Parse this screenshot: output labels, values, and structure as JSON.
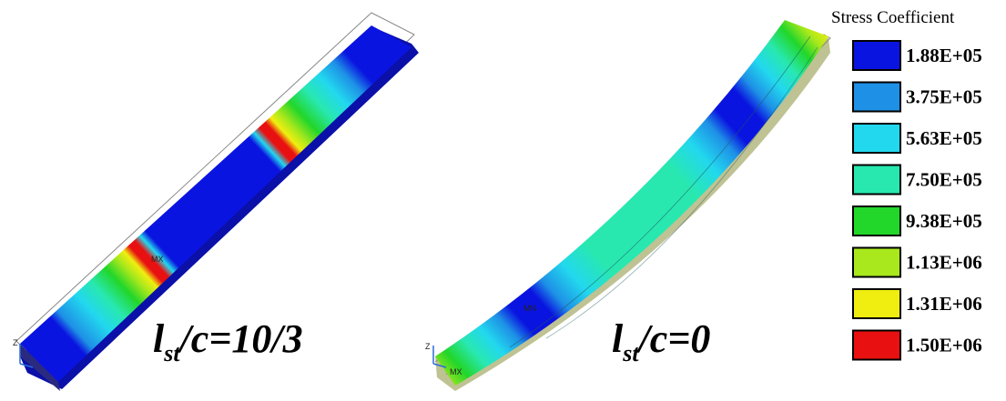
{
  "legend": {
    "title": "Stress Coefficient",
    "entries": [
      {
        "label": "1.88E+05",
        "color": "#0a14e0"
      },
      {
        "label": "3.75E+05",
        "color": "#1e90e6"
      },
      {
        "label": "5.63E+05",
        "color": "#22d8ee"
      },
      {
        "label": "7.50E+05",
        "color": "#28e8b0"
      },
      {
        "label": "9.38E+05",
        "color": "#22d62a"
      },
      {
        "label": "1.13E+06",
        "color": "#a8e81c"
      },
      {
        "label": "1.31E+06",
        "color": "#f0ee10"
      },
      {
        "label": "1.50E+06",
        "color": "#e81010"
      }
    ]
  },
  "panels": [
    {
      "caption_main": "l",
      "caption_sub": "st",
      "caption_rest": "/c=10/3",
      "mx_label": "MX",
      "axis_label": "Z"
    },
    {
      "caption_main": "l",
      "caption_sub": "st",
      "caption_rest": "/c=0",
      "mx_label": "MX",
      "mn_label": "MN",
      "axis_label": "Z"
    }
  ]
}
